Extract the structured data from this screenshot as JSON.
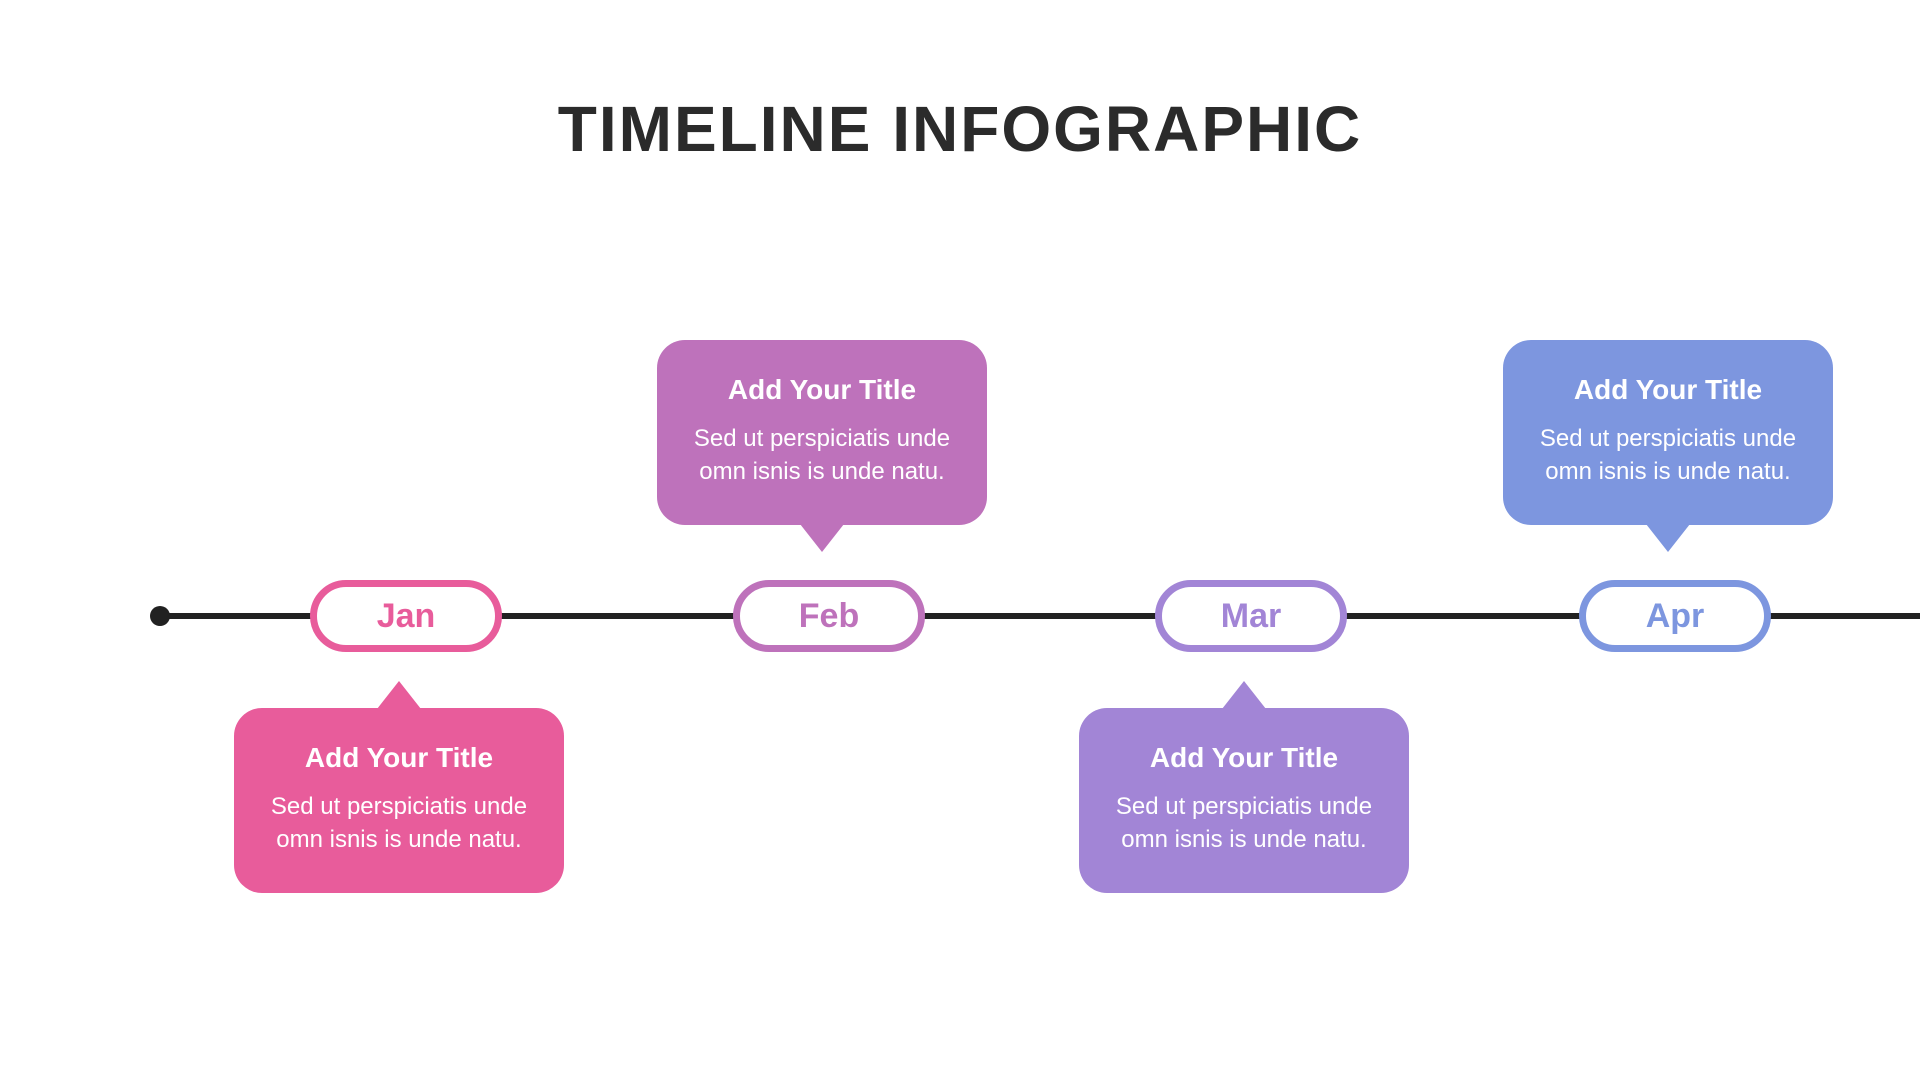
{
  "page": {
    "title": "TIMELINE INFOGRAPHIC"
  },
  "palette": {
    "ink": "#212121",
    "title_text": "#2b2b2b",
    "card_text": "#ffffff",
    "pink": "#E85C9B",
    "orchid": "#BE72BB",
    "purple": "#A285D6",
    "blue": "#7D96DF"
  },
  "timeline": {
    "items": [
      {
        "month": "Jan",
        "color": "#E85C9B",
        "card_position": "below",
        "card_title": "Add Your Title",
        "card_body_lines": [
          "Sed ut perspiciatis unde",
          "omn isnis is unde natu."
        ]
      },
      {
        "month": "Feb",
        "color": "#BE72BB",
        "card_position": "above",
        "card_title": "Add Your Title",
        "card_body_lines": [
          "Sed ut perspiciatis unde",
          "omn isnis is unde natu."
        ]
      },
      {
        "month": "Mar",
        "color": "#A285D6",
        "card_position": "below",
        "card_title": "Add Your Title",
        "card_body_lines": [
          "Sed ut perspiciatis unde",
          "omn isnis is unde natu."
        ]
      },
      {
        "month": "Apr",
        "color": "#7D96DF",
        "card_position": "above",
        "card_title": "Add Your Title",
        "card_body_lines": [
          "Sed ut perspiciatis unde",
          "omn isnis is unde natu."
        ]
      }
    ]
  }
}
